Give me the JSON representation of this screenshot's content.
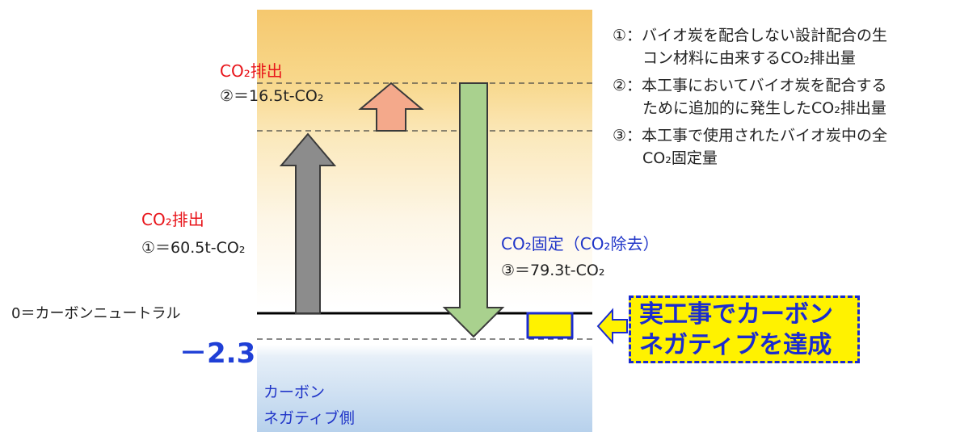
{
  "labels": {
    "co2_emission_upper": "CO₂排出",
    "value_2": "②＝16.5t-CO₂",
    "co2_emission_lower": "CO₂排出",
    "value_1": "①＝60.5t-CO₂",
    "co2_fixation": "CO₂固定（CO₂除去）",
    "value_3": "③＝79.3t-CO₂",
    "zero_line": "0＝カーボンニュートラル",
    "result_value": "－2.3",
    "negative_side_line1": "カーボン",
    "negative_side_line2": "ネガティブ側"
  },
  "callout": {
    "line1": "実工事でカーボン",
    "line2": "ネガティブを達成"
  },
  "legend": [
    {
      "line1": "①：バイオ炭を配合しない設計配合の生",
      "line2": "コン材料に由来するCO₂排出量"
    },
    {
      "line1": "②：本工事においてバイオ炭を配合する",
      "line2": "ために追加的に発生したCO₂排出量"
    },
    {
      "line1": "③：本工事で使用されたバイオ炭中の全",
      "line2": "CO₂固定量"
    }
  ],
  "colors": {
    "emission_text": "#e8141a",
    "fixation_text": "#2035c8",
    "arrow_1": "#8c8c8c",
    "arrow_2": "#f4a98b",
    "arrow_3": "#a9d18e",
    "callout_bg": "#fff200",
    "callout_border": "#1a2bd0"
  }
}
